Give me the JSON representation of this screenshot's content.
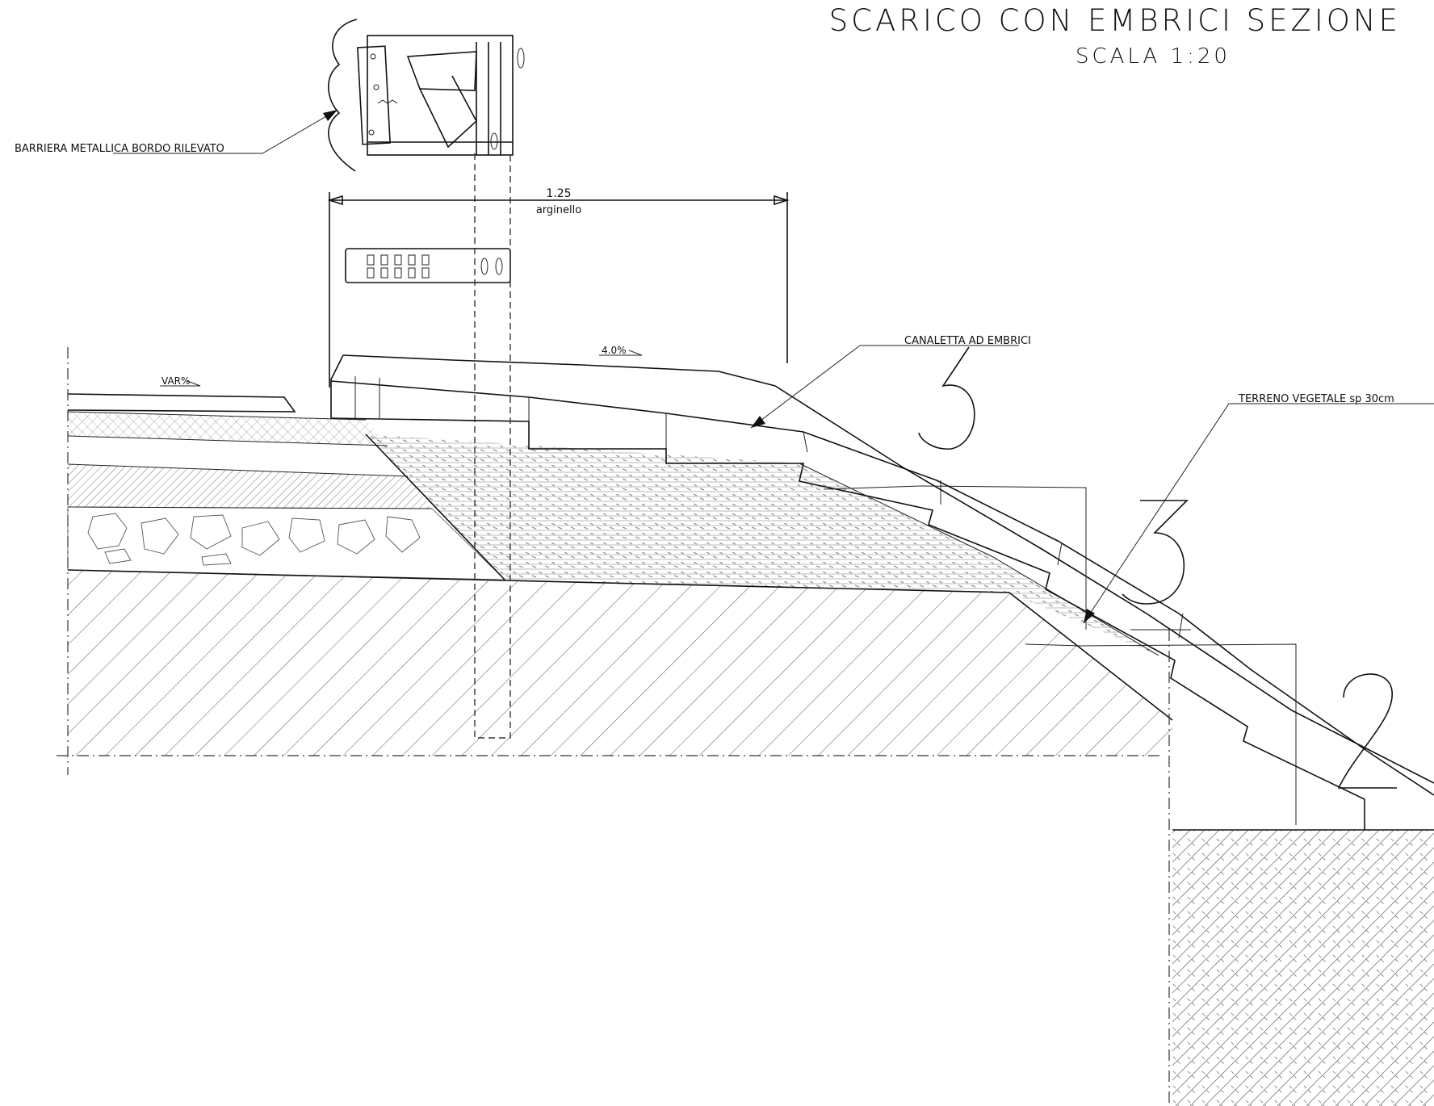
{
  "title": "SCARICO CON EMBRICI SEZIONE",
  "scale": "SCALA 1:20",
  "labels": {
    "barrier": "BARRIERA METALLICA BORDO RILEVATO",
    "dimension_value": "1.25",
    "dimension_name": "arginello",
    "slope_var": "VAR%",
    "slope_pct": "4.0%",
    "channel": "CANALETTA AD EMBRICI",
    "topsoil": "TERRENO VEGETALE sp 30cm"
  },
  "section_markers": [
    "5",
    "3",
    "2"
  ]
}
